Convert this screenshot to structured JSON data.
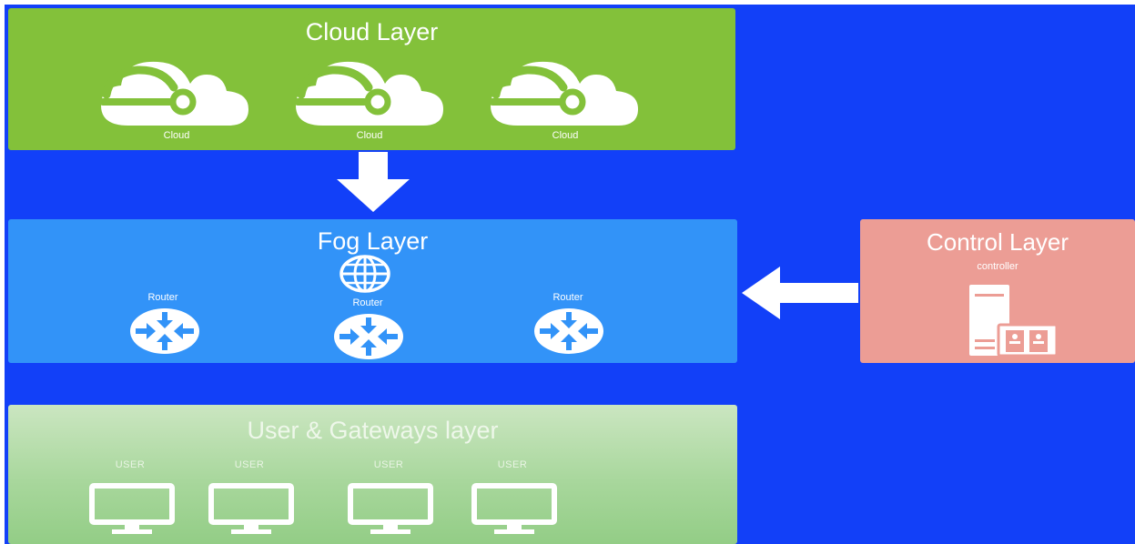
{
  "cloud_layer": {
    "title": "Cloud Layer",
    "nodes": [
      {
        "label": "Cloud",
        "icon": "cloud-icon"
      },
      {
        "label": "Cloud",
        "icon": "cloud-icon"
      },
      {
        "label": "Cloud",
        "icon": "cloud-icon"
      }
    ]
  },
  "fog_layer": {
    "title": "Fog Layer",
    "hub_icon": "globe-icon",
    "nodes": [
      {
        "label": "Router",
        "icon": "router-icon"
      },
      {
        "label": "Router",
        "icon": "router-icon"
      },
      {
        "label": "Router",
        "icon": "router-icon"
      }
    ]
  },
  "control_layer": {
    "title": "Control Layer",
    "node": {
      "label": "controller",
      "icon": "server-icon"
    }
  },
  "user_layer": {
    "title": "User & Gateways layer",
    "nodes": [
      {
        "label": "USER",
        "icon": "monitor-icon"
      },
      {
        "label": "USER",
        "icon": "monitor-icon"
      },
      {
        "label": "USER",
        "icon": "monitor-icon"
      },
      {
        "label": "USER",
        "icon": "monitor-icon"
      }
    ]
  },
  "connections": [
    {
      "from": "Cloud Layer",
      "to": "Fog Layer",
      "direction": "down"
    },
    {
      "from": "Control Layer",
      "to": "Fog Layer",
      "direction": "left"
    }
  ],
  "colors": {
    "background": "#1240f8",
    "cloud_layer": "#83c13a",
    "fog_layer": "#3293f8",
    "control_layer": "#ec9d95",
    "user_layer": "#a8d79c",
    "icon": "#ffffff"
  }
}
